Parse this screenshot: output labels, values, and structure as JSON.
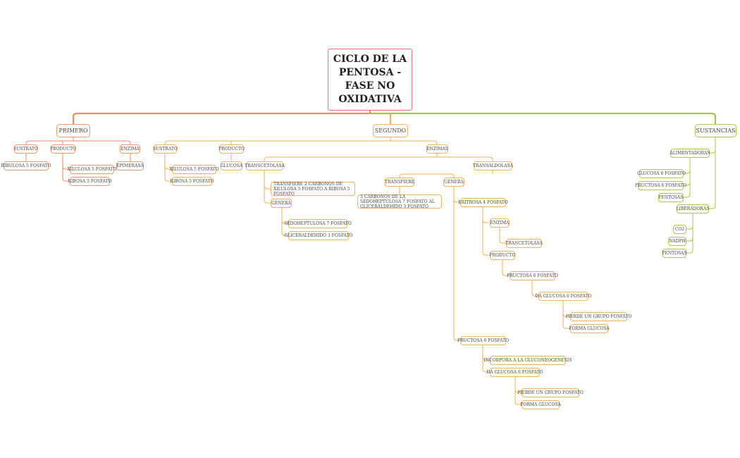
{
  "colors": {
    "primero": "#ef8b5f",
    "segundo": "#f2b155",
    "sustancias": "#a5c93c"
  },
  "root": {
    "title": "CICLO DE LA PENTOSA - FASE NO OXIDATIVA"
  },
  "primero": {
    "label": "PRIMERO",
    "sustrato": "SUSTRATO",
    "ribulosa": "RIBULOSA 5 FOSFATO",
    "producto": "PRODUCTO",
    "xilulosa": "XILULOSA 5 FOSFATO",
    "ribosa": "RIBOSA 5 FOSFATO",
    "enzima": "ENZIMA",
    "epimerasa": "EPIMERASA"
  },
  "segundo": {
    "label": "SEGUNDO",
    "sustrato": "SUSTRATO",
    "xilulosa": "XILULOSA 5 FOSFATO",
    "ribosa": "RIBOSA 5 FOSFATO",
    "producto": "PRODUCTO",
    "glucosa": "GLUCOSA",
    "enzimas": "ENZIMAS",
    "transcetolasa": {
      "label": "TRANSCETOLASA",
      "transfiere": "TRANSFIERE 2 CARBONOS DE XILULOSA 5 FOSFATO A RIBOSA 5 FOSFATO",
      "genera": "GENERA",
      "sedoheptulosa": "SEDOHEPTULOSA 7 FOSFATO",
      "gliceraldehido": "GLICERALDEHIDO 3 FOSFATO"
    },
    "transaldolasa": {
      "label": "TRANSALDOLASA",
      "transfiere": "TRANSFIERE",
      "tres_carbonos": "3 CARBONOS DE LA SEDOHEPTULOSA 7 FOSFATO AL GLICERALDEHIDO 3 FOSFATO",
      "genera": "GENERA",
      "eritrosa": "ERITROSA 4 FOSFATO",
      "enzima": "ENZIMA",
      "transcetolasa": "TRANCETOLASA",
      "producto": "PRODUCTO",
      "fructosa": "FRUCTOSA 6 FOSFATO",
      "da_glucosa": "DA GLUCOSA 6 FOSFATO",
      "pierde": "PIERDE UN GRUPO FOSFATO",
      "forma": "FORMA GLUCOSA",
      "fructosa2": "FRUCTOSA 6 FOSFATO",
      "incorpora": "INCORPORA A LA GLUCONEOGENESIS",
      "da_glucosa2": "DA GLUCOSA 6 FOSFATO",
      "pierde2": "PIERDE UN GRUPO FOSFATO",
      "forma2": "FORMA GLUCOSA"
    }
  },
  "sustancias": {
    "label": "SUSTANCIAS",
    "alimentadoras": "ALIMENTADORAS",
    "glucosa6": "GLUCOSA 6 FOSFATO",
    "fructosa6": "FRUCTOSA 6 FOSFATO",
    "pentosas": "PENTOSAS",
    "liberadoras": "LIBERADORAS",
    "co2": "CO2",
    "nadph": "NADPH",
    "pentosas2": "PENTOSAS"
  }
}
